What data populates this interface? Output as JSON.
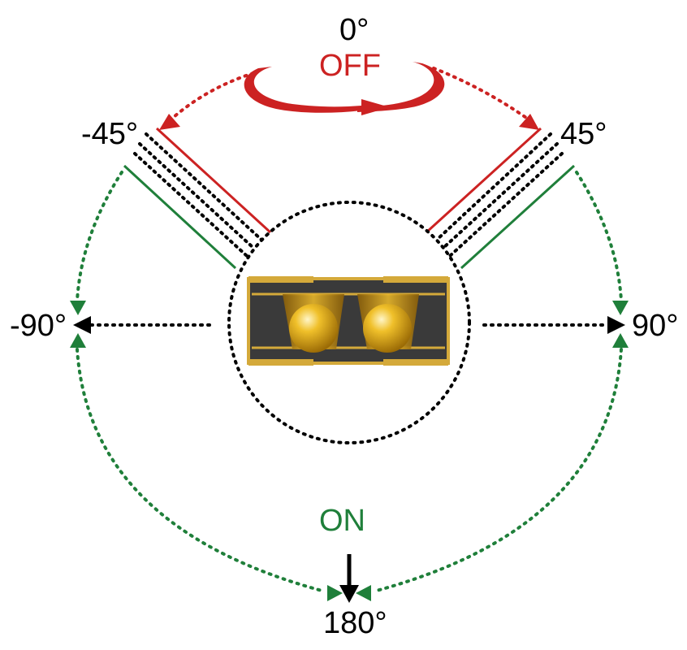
{
  "colors": {
    "off": "#cc2222",
    "on": "#1f7f3a",
    "neutral": "#000000",
    "device_body": "#3a3a3a",
    "device_frame": "#d4a93a",
    "ball": "#e2b21c"
  },
  "labels": {
    "angle_0": "0°",
    "off_state": "OFF",
    "angle_neg45": "-45°",
    "angle_pos45": "45°",
    "angle_neg90": "-90°",
    "angle_pos90": "90°",
    "on_state": "ON",
    "angle_180": "180°"
  },
  "icons": {
    "rotation": "rotation-arrow-icon",
    "device": "tilt-switch-icon"
  }
}
